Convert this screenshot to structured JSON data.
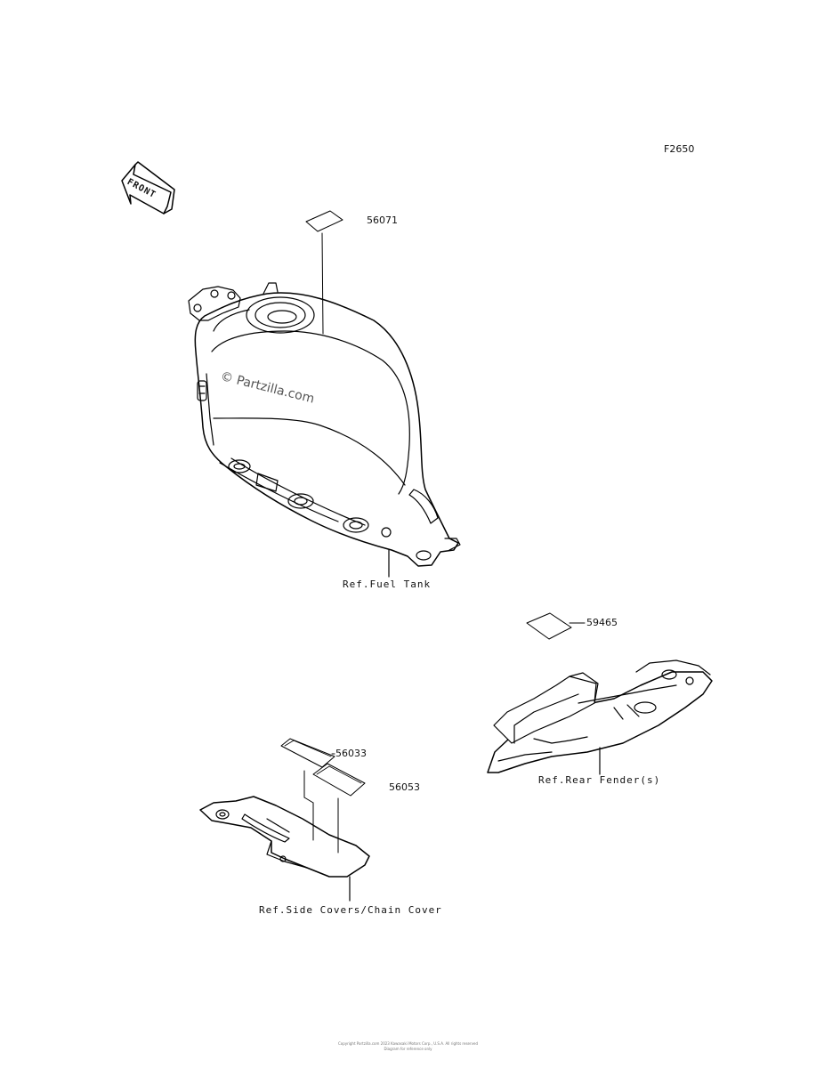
{
  "figure_code": "F2650",
  "front_arrow_label": "FRONT",
  "watermark": "© Partzilla.com",
  "parts": [
    {
      "number": "56071"
    },
    {
      "number": "59465"
    },
    {
      "number": "56033"
    },
    {
      "number": "56053"
    }
  ],
  "references": {
    "fuel_tank": "Ref.Fuel Tank",
    "rear_fender": "Ref.Rear Fender(s)",
    "side_covers": "Ref.Side Covers/Chain Cover"
  },
  "footer": {
    "line1": "Copyright Partzilla.com 2023 Kawasaki Motors Corp., U.S.A. All rights reserved",
    "line2": "Diagram for reference only"
  }
}
